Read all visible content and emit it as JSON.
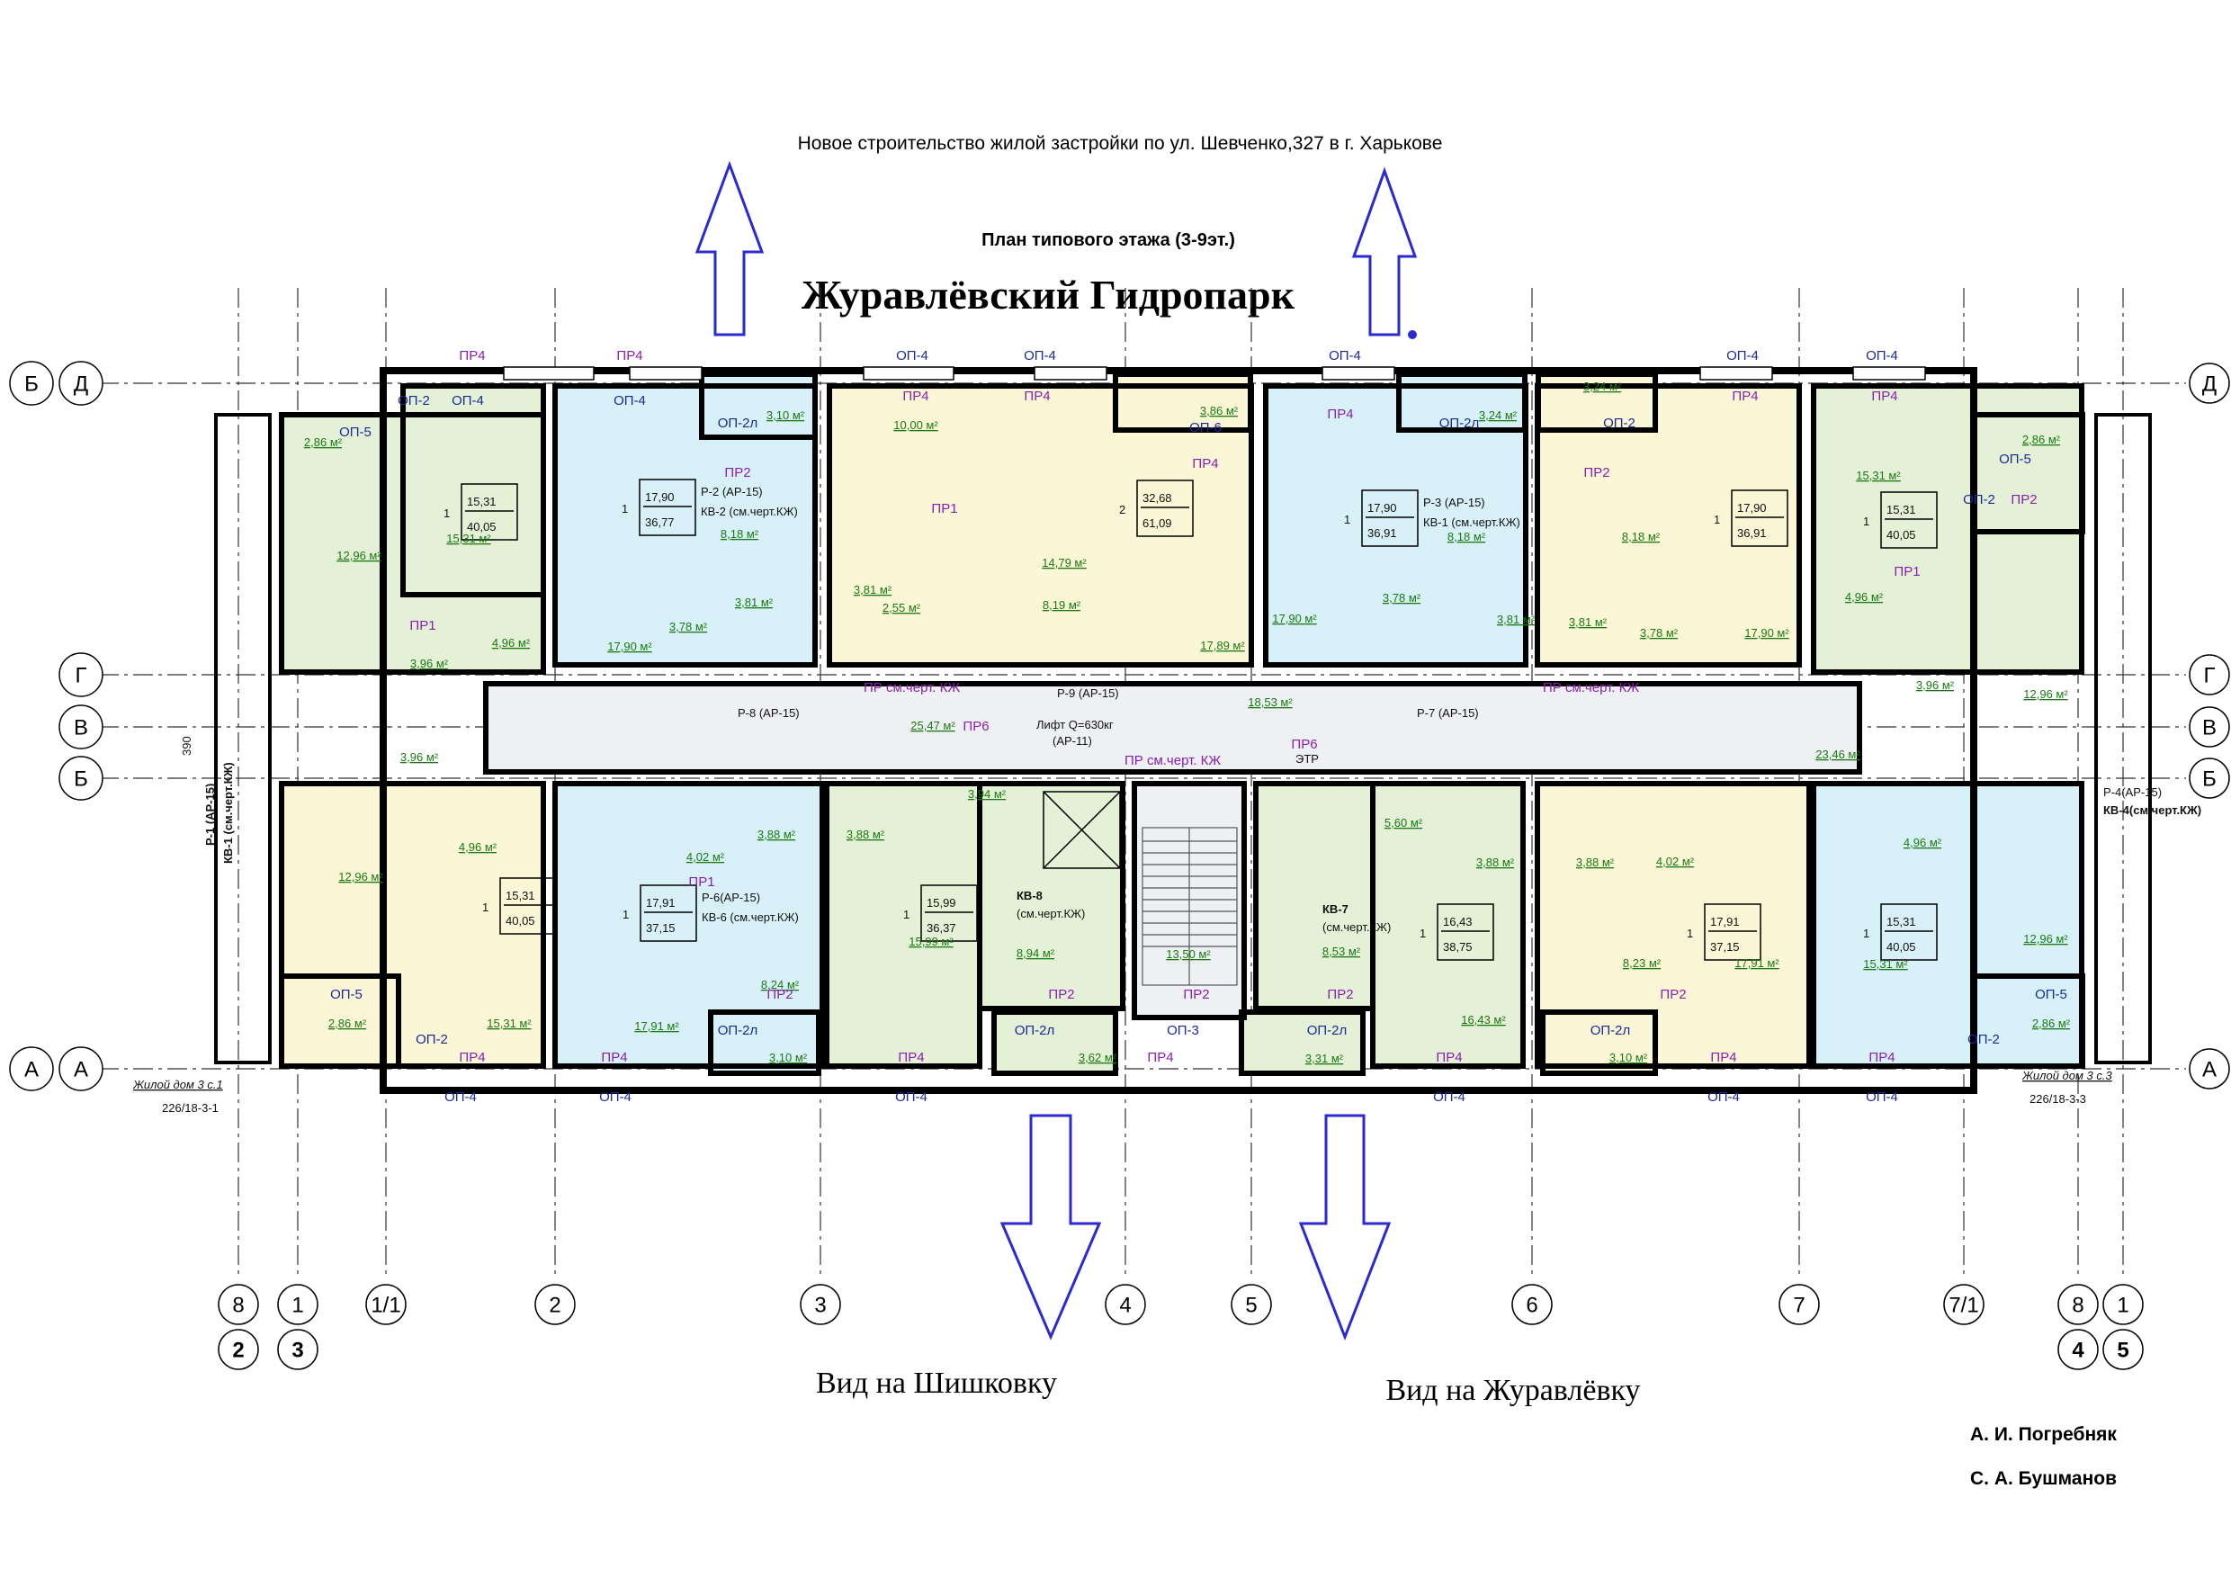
{
  "header": {
    "project": "Новое строительство жилой застройки по ул. Шевченко,327 в г. Харькове",
    "plan_title": "План типового  этажа (3-9эт.)",
    "complex_name": "Журавлёвский Гидропарк"
  },
  "views": {
    "left": "Вид на Шишковку",
    "right": "Вид на Журавлёвку"
  },
  "authors": [
    "А. И. Погребняк",
    "С. А. Бушманов"
  ],
  "neighbors": {
    "left_name": "Жилой дом 3 с.1",
    "left_code": "226/18-3-1",
    "right_name": "Жилой дом 3 с.3",
    "right_code": "226/18-3-3"
  },
  "axes": {
    "rows_left": [
      "Б",
      "Д",
      "Г",
      "В",
      "Б",
      "А",
      "А"
    ],
    "rows_right": [
      "Д",
      "Г",
      "В",
      "Б",
      "А"
    ],
    "columns_top": [
      "8",
      "1",
      "1/1",
      "2",
      "3",
      "4",
      "5",
      "6",
      "7",
      "7/1",
      "8",
      "1"
    ],
    "columns_bottom": [
      "2",
      "3",
      "4",
      "5"
    ],
    "dim_390": "390"
  },
  "apartments": [
    {
      "id": "A1",
      "rooms": "1",
      "living": "15,31",
      "total": "40,05"
    },
    {
      "id": "A2",
      "rooms": "1",
      "living": "17,90",
      "total": "36,77",
      "note1": "Р-2 (АР-15)",
      "note2": "КВ-2 (см.черт.КЖ)"
    },
    {
      "id": "A3",
      "rooms": "2",
      "living": "32,68",
      "total": "61,09"
    },
    {
      "id": "A4",
      "rooms": "1",
      "living": "17,90",
      "total": "36,91",
      "note1": "Р-3 (АР-15)",
      "note2": "КВ-1 (см.черт.КЖ)"
    },
    {
      "id": "A5",
      "rooms": "1",
      "living": "17,90",
      "total": "36,91"
    },
    {
      "id": "A6",
      "rooms": "1",
      "living": "15,31",
      "total": "40,05"
    },
    {
      "id": "B1",
      "rooms": "1",
      "living": "15,31",
      "total": "40,05"
    },
    {
      "id": "B2",
      "rooms": "1",
      "living": "17,91",
      "total": "37,15",
      "note1": "Р-6(АР-15)",
      "note2": "КВ-6 (см.черт.КЖ)"
    },
    {
      "id": "B3",
      "rooms": "1",
      "living": "15,99",
      "total": "36,37"
    },
    {
      "id": "B4",
      "note1": "КВ-8",
      "note2": "(см.черт.КЖ)"
    },
    {
      "id": "B5",
      "note1": "КВ-7",
      "note2": "(см.черт.КЖ)"
    },
    {
      "id": "B6",
      "rooms": "1",
      "living": "16,43",
      "total": "38,75"
    },
    {
      "id": "B7",
      "rooms": "1",
      "living": "17,91",
      "total": "37,15"
    },
    {
      "id": "B8",
      "rooms": "1",
      "living": "15,31",
      "total": "40,05"
    }
  ],
  "room_areas": [
    "2,86 м²",
    "12,96 м²",
    "15,31 м²",
    "4,96 м²",
    "3,96 м²",
    "3,10 м²",
    "8,18 м²",
    "17,90 м²",
    "3,78 м²",
    "3,81 м²",
    "10,00 м²",
    "14,79 м²",
    "8,19 м²",
    "17,89 м²",
    "3,86 м²",
    "3,81 м²",
    "2,55 м²",
    "17,90 м²",
    "3,24 м²",
    "8,18 м²",
    "3,78 м²",
    "3,81 м²",
    "3,24 м²",
    "8,18 м²",
    "3,81 м²",
    "3,78 м²",
    "17,90 м²",
    "2,86 м²",
    "15,31 м²",
    "4,96 м²",
    "3,96 м²",
    "12,96 м²",
    "25,47 м²",
    "18,53 м²",
    "23,46 м²",
    "3,96 м²",
    "4,96 м²",
    "12,96 м²",
    "15,31 м²",
    "2,86 м²",
    "4,02 м²",
    "3,88 м²",
    "8,24 м²",
    "17,91 м²",
    "3,10 м²",
    "3,88 м²",
    "15,99 м²",
    "3,94 м²",
    "8,94 м²",
    "3,62 м²",
    "13,50 м²",
    "8,53 м²",
    "3,31 м²",
    "5,60 м²",
    "3,88 м²",
    "16,43 м²",
    "3,88 м²",
    "4,02 м²",
    "8,23 м²",
    "3,10 м²",
    "17,91 м²",
    "4,96 м²",
    "12,96 м²",
    "15,31 м²",
    "2,86 м²"
  ],
  "openings_top": [
    "ПР4",
    "ПР4",
    "ОП-4",
    "ОП-4",
    "ОП-4",
    "ОП-4",
    "ОП-4"
  ],
  "openings_bottom": [
    "ОП-4",
    "ОП-4",
    "ОП-4",
    "ОП-4",
    "ОП-4",
    "ОП-4",
    "ОП-3"
  ],
  "inner_labels": [
    "ОП-4",
    "ОП-4",
    "ОП-2л",
    "ПР4",
    "ПР4",
    "ОП-6",
    "ПР4",
    "ПР4",
    "ОП-2л",
    "ОП-2",
    "ПР4",
    "ПР4",
    "ОП-5",
    "ОП-2",
    "ОП-2",
    "ОП-5",
    "ПР4",
    "ПР4",
    "ПР4",
    "ПР4",
    "ПР4",
    "ПР4",
    "ПР4",
    "ОП-5",
    "ОП-2",
    "ОП-2л",
    "ОП-2л",
    "ОП-2л",
    "ОП-2л",
    "ОП-5",
    "ОП-2",
    "ПР2",
    "ПР2",
    "ПР2",
    "ПР2",
    "ПР2",
    "ПР2",
    "ПР2",
    "ПР2",
    "ПР1",
    "ПР1",
    "ПР1",
    "ПР1",
    "ПР6",
    "ПР6"
  ],
  "corridor": {
    "lift": "Лифт Q=630кг",
    "lift_ref": "(АР-11)",
    "p9": "Р-9 (АР-15)",
    "p8": "Р-8 (АР-15)",
    "p7": "Р-7 (АР-15)",
    "pr_kzh1": "ПР см.черт. КЖ",
    "pr_kzh2": "ПР см.черт. КЖ",
    "pr_kzh3": "ПР см.черт. КЖ",
    "etr": "ЭТР"
  },
  "side_notes": {
    "p1": "Р-1 (АР-15)",
    "kv1": "КВ-1 (см.черт.КЖ)",
    "p4": "Р-4(АР-15)",
    "kv4": "КВ-4(см.черт.КЖ)"
  },
  "colors": {
    "green": "#e4f1d6",
    "blue": "#d8f0f7",
    "yellow": "#fbf6d6",
    "corridor": "#eef0f3",
    "arrow": "#2a2ad0"
  }
}
